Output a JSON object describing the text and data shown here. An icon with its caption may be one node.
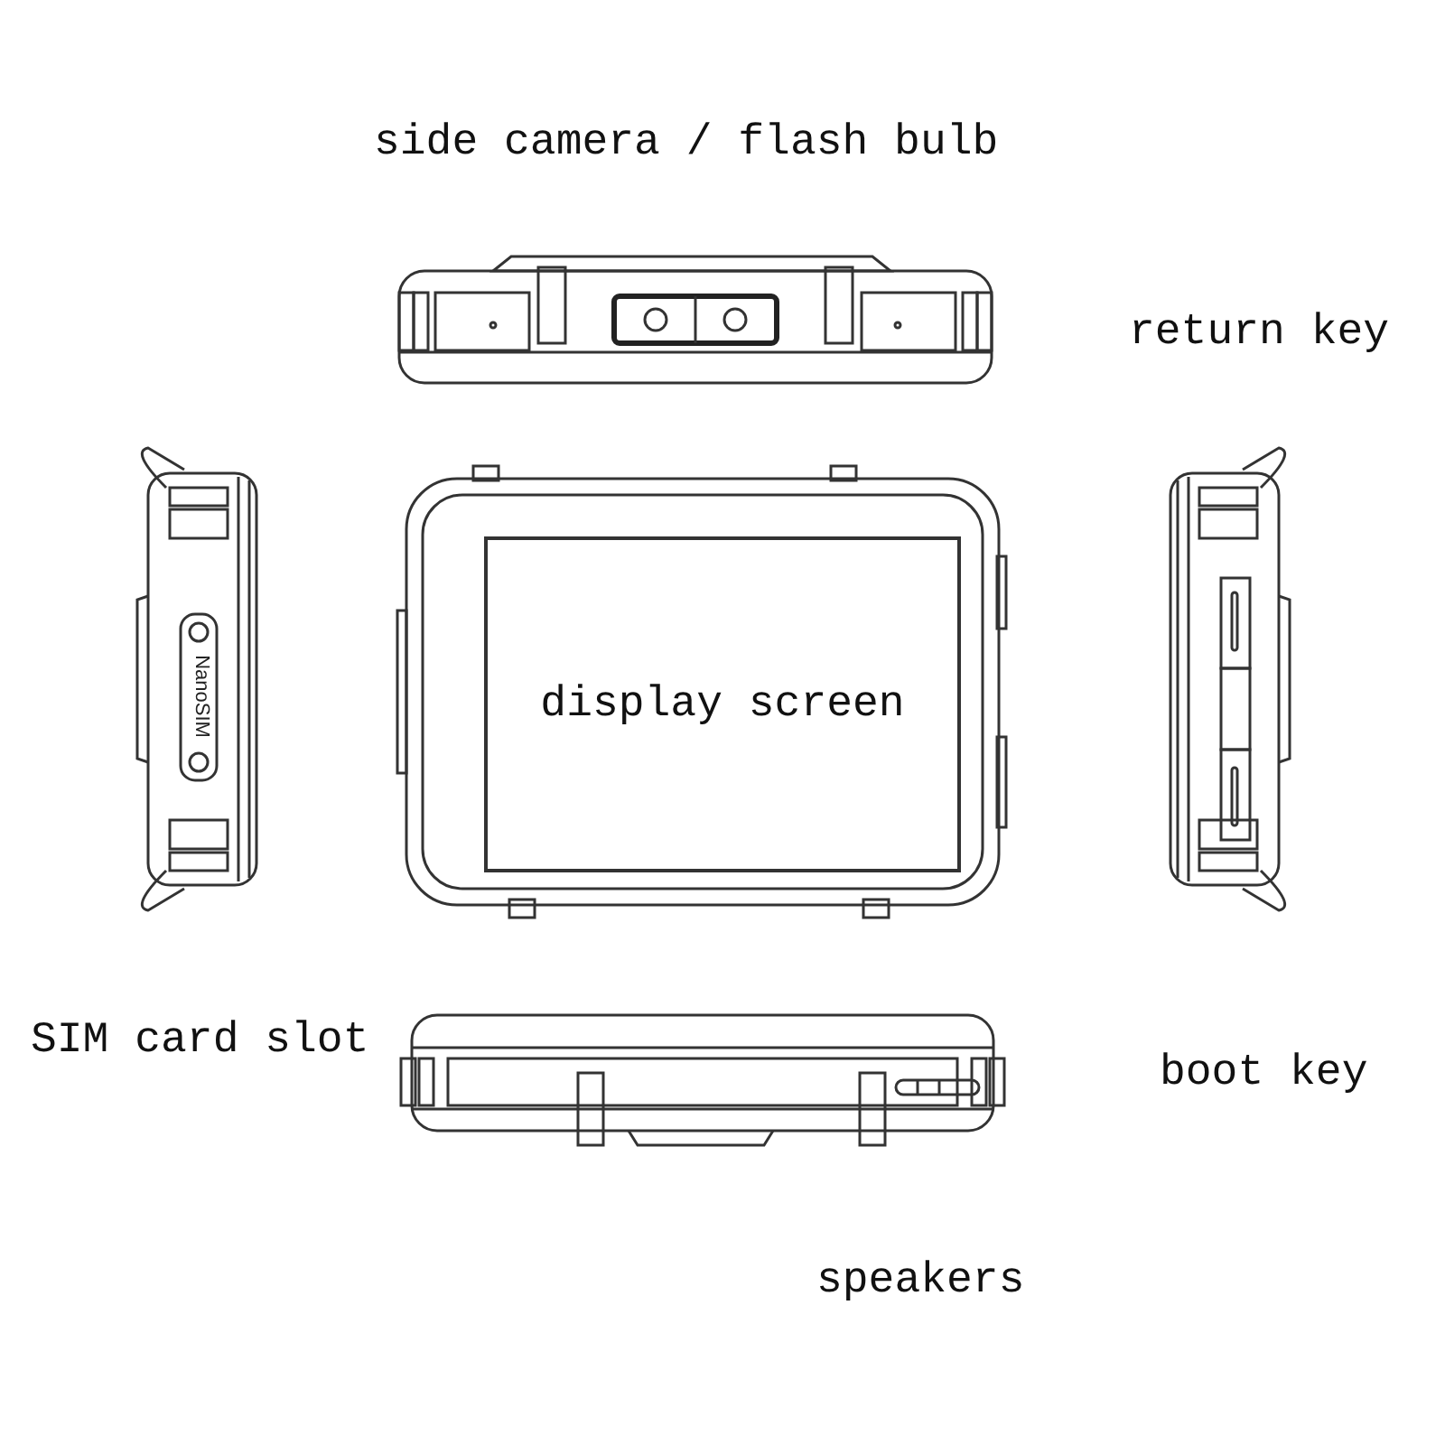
{
  "diagram": {
    "nodes": [
      {
        "text": [
          "display screen"
        ]
      }
    ],
    "labels": [
      "side camera / flash bulb",
      "return key",
      "NanoSIM",
      "SIM card slot",
      "boot key",
      "speakers"
    ]
  }
}
